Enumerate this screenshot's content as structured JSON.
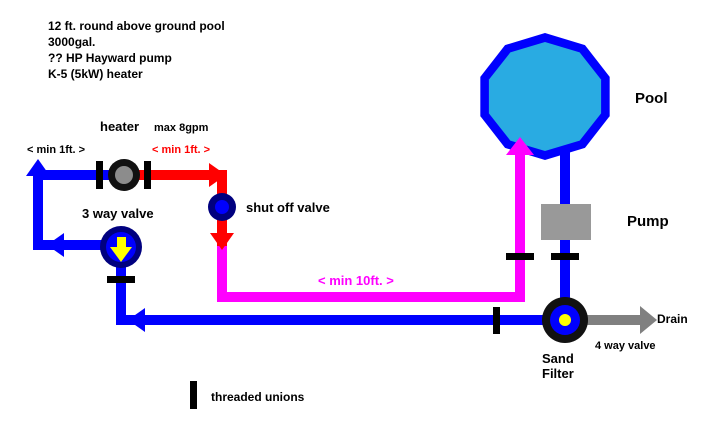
{
  "title_notes": {
    "line1": "12 ft. round above ground pool",
    "line2": "3000gal.",
    "line3": "?? HP Hayward pump",
    "line4": "K-5 (5kW) heater"
  },
  "components": {
    "heater": {
      "label": "heater",
      "max_flow": "max 8gpm"
    },
    "three_way_valve": {
      "label": "3 way valve"
    },
    "shut_off_valve": {
      "label": "shut off valve"
    },
    "pool": {
      "label": "Pool"
    },
    "pump": {
      "label": "Pump"
    },
    "sand_filter": {
      "label_line1": "Sand",
      "label_line2": "Filter",
      "valve_label": "4 way valve"
    },
    "drain": {
      "label": "Drain"
    }
  },
  "pipe_annotations": {
    "min_1ft_left": "< min 1ft. >",
    "min_1ft_right": "< min 1ft. >",
    "min_10ft": "< min 10ft. >"
  },
  "legend": {
    "threaded_unions": "threaded unions"
  },
  "colors": {
    "pipe_blue": "#0000fe",
    "pipe_red": "#ff0000",
    "pipe_magenta": "#ff00ff",
    "drain_gray": "#808080",
    "pool_fill": "#29abe2",
    "valve_navy": "#00007f",
    "valve_yellow": "#ffff00",
    "union_black": "#000000",
    "heater_core_gray": "#8c8c8c",
    "pump_gray": "#999999",
    "dark_ring": "#111111"
  },
  "icons": {
    "up_arrow": "flow-arrow-up",
    "down_arrow": "flow-arrow-down",
    "left_arrow": "flow-arrow-left",
    "right_arrow": "flow-arrow-right",
    "union_tick": "threaded-union-mark"
  }
}
